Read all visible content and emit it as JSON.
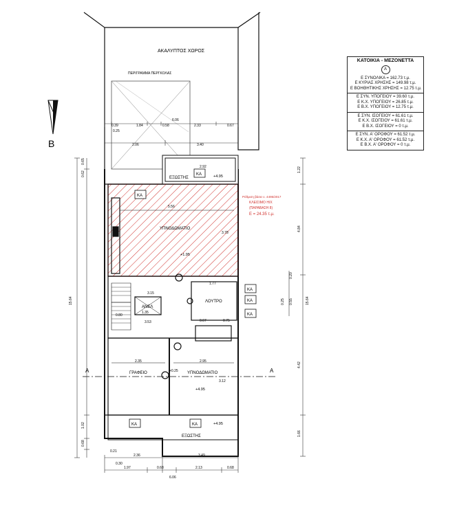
{
  "orientation": {
    "letter": "B"
  },
  "rooms": {
    "yard": "ΑΚΑΛΥΠΤΟΣ ΧΩΡΟΣ",
    "pergola": "ΠΕΡΙΓΡΑΜΜΑ ΠΕΡΓΚΟΛΑΣ",
    "terrace_top": "ΕΞΩΣΤΗΣ",
    "bedroom_upper": "ΥΠΝΟΔΩΜΑΤΙΟ",
    "lift": "ΑΝΕΛ",
    "bathroom": "ΛΟΥΤΡΟ",
    "office": "ΓΡΑΦΕΙΟ",
    "bedroom_lower": "ΥΠΝΟΔΩΜΑΤΙΟ",
    "terrace_bottom": "ΕΞΩΣΤΗΣ"
  },
  "violation": {
    "line1": "Ρύθμιση βάσει ν. 4495/2017",
    "line2": "ΚΛΕΙΣΙΜΟ Η/Χ",
    "line3": "(ΠΑΡΑΒΑΣΗ 8)",
    "area": "Ε = 24.35 τ.μ."
  },
  "unit_tag": "ΚΑ",
  "section": {
    "left": "A",
    "right": "A"
  },
  "levels": {
    "upper_terrace": "+4.95",
    "bedroom": "+1.95",
    "lower_bedroom": "+4.95",
    "lower_terrace": "+4.95",
    "stair": "+0.25"
  },
  "dims": {
    "top_total": "6.06",
    "top_a": "0.39",
    "top_b": "1.84",
    "top_c": "0.58",
    "top_d": "2.33",
    "top_e": "0.67",
    "top_f": "0.25",
    "second_a": "2.06",
    "second_b": "3.40",
    "terrace_w": "2.92",
    "bedroom_w": "5.56",
    "bedroom_h": "3.78",
    "bath_w": "1.77",
    "stair_a": "3.15",
    "lift_w": "1.35",
    "mid_a": "0.80",
    "mid_b": "3.53",
    "mid_c": "0.67",
    "mid_d": "0.75",
    "office_w": "2.35",
    "bed2_w": "2.95",
    "bed2_h": "3.12",
    "bottom_a": "2.36",
    "bottom_b": "3.49",
    "bottom_c": "1.97",
    "bottom_d": "0.68",
    "bottom_e": "2.13",
    "bottom_f": "0.68",
    "bottom_total": "6.06",
    "small_a": "0.21",
    "small_b": "0.30",
    "left_total": "15.64",
    "right_total": "15.64",
    "right_a": "4.84",
    "right_b": "4.42",
    "right_c": "1.66",
    "right_d": "1.22",
    "left_a": "1.02",
    "left_b": "0.68",
    "left_c": "0.62",
    "left_d": "0.65",
    "right_e": "0.20",
    "right_f": "0.25",
    "right_g": "0.55"
  },
  "legend": {
    "title": "ΚΑΤΟΙΚΙΑ - ΜΕΖΟΝΕΤΤΑ",
    "badge": "Α",
    "block1": [
      "Ε ΣΥΝΟΛΙΚΑ = 162.73 τ.μ.",
      "Ε ΚΥΡΙΑΣ ΧΡΗΣΗΣ = 149.98 τ.μ.",
      "Ε ΒΟΗΘΗΤΙΚΗΣ ΧΡΗΣΗΣ = 12.75 τ.μ."
    ],
    "block2": [
      "Ε ΣΥΝ. ΥΠΟΓΕΙΟΥ = 39.60 τ.μ.",
      "Ε Κ.Χ. ΥΠΟΓΕΙΟΥ = 26.85 τ.μ.",
      "Ε Β.Χ. ΥΠΟΓΕΙΟΥ = 12.75 τ.μ."
    ],
    "block3": [
      "Ε ΣΥΝ. ΙΣΟΓΕΙΟΥ = 61.61 τ.μ.",
      "Ε Κ.Χ. ΙΣΟΓΕΙΟΥ = 61.61 τ.μ.",
      "Ε Β.Χ. ΙΣΟΓΕΙΟΥ = 0 τ.μ."
    ],
    "block4": [
      "Ε ΣΥΝ. Α' ΟΡΟΦΟΥ = 61.52 τ.μ.",
      "Ε Κ.Χ. Α' ΟΡΟΦΟΥ = 61.52 τ.μ.",
      "Ε Β.Χ. Α' ΟΡΟΦΟΥ = 0 τ.μ."
    ]
  },
  "colors": {
    "violation": "#d0312d",
    "line": "#111111"
  }
}
